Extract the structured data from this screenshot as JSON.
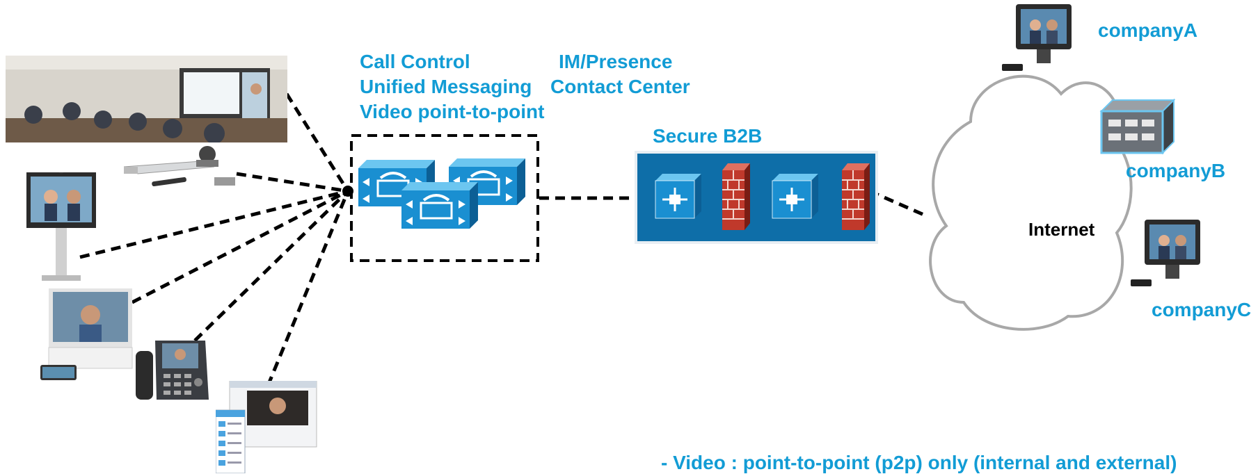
{
  "services": {
    "call_control": "Call Control",
    "im_presence": "IM/Presence",
    "unified_messaging": "Unified Messaging",
    "contact_center": "Contact Center",
    "video_p2p": "Video point-to-point"
  },
  "secure_b2b": "Secure B2B",
  "internet": {
    "label": "Internet",
    "companies": [
      "companyA",
      "companyB",
      "companyC"
    ]
  },
  "note": "-   Video : point-to-point (p2p) only (internal and external)",
  "colors": {
    "accent": "#129cd5",
    "device_blue": "#1a8fd1",
    "b2b_panel": "#0e6ea8",
    "firewall": "#c0392b"
  }
}
